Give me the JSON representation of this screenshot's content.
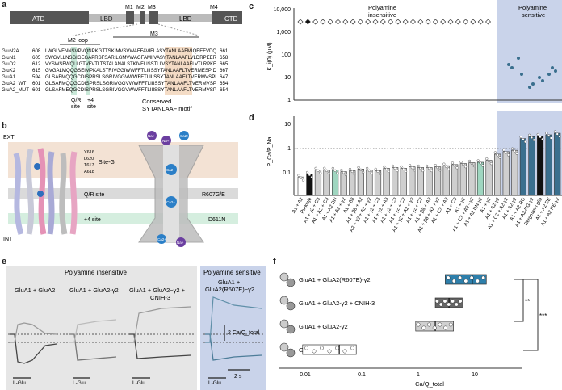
{
  "panel_labels": [
    "a",
    "b",
    "c",
    "d",
    "e",
    "f"
  ],
  "panel_a": {
    "domains": [
      "ATD",
      "LBD",
      "M1",
      "M2",
      "M3",
      "LBD",
      "M4",
      "CTD"
    ],
    "m2_loop": "M2 loop",
    "m3": "M3",
    "rows": [
      {
        "name": "GluN2A",
        "start": "608",
        "seq": "LWGLVFNNSVPVQNPKGTTSKIMVSVWAFFAVIFLASYTANLAAFMIQEEFVDQ",
        "end": "661"
      },
      {
        "name": "GluN1",
        "start": "605",
        "seq": "SWGVLLNSGIGEGAPRSFSARILGMVWAGFAMIIVASYTANLAAFLVLDRPEER",
        "end": "658"
      },
      {
        "name": "GluD2",
        "start": "612",
        "seq": "VYSWSFWQLLGTVFVTLTSTALANALSTKIVFLISSTLLVSYTANLAAFLVTLRPKE",
        "end": "665"
      },
      {
        "name": "GluK2",
        "start": "615",
        "seq": "GVGALMQQGSEIMPKALSTRIVGGIWWFFTLIIISSYTANLAAFLTVERMESPID",
        "end": "667"
      },
      {
        "name": "GluA1",
        "start": "594",
        "seq": "GLSAFMQQGCDISPRSLSGRIVGGVWWFFTLIIISSYTANLAAFLTVERMVSPI",
        "end": "647"
      },
      {
        "name": "GluA2_WT",
        "start": "601",
        "seq": "GLSAFMQQGCDISPRSLSGRIVGGVWWFFTLIIISSYTANLAAFLTVERMVSP",
        "end": "654"
      },
      {
        "name": "GluA2_MUT",
        "start": "601",
        "seq": "GLSAFMEQGCDISPRSLSGRIVGGVWWFFTLIIISSYTANLAAFLTVERMVSP",
        "end": "654"
      }
    ],
    "qr_label": "Q/R",
    "qr_site": "site",
    "plus4_label": "+4",
    "plus4_site": "site",
    "conserved_line1": "Conserved",
    "conserved_line2": "SYTANLAAF motif"
  },
  "panel_b": {
    "ext": "EXT",
    "int": "INT",
    "residues": [
      "Y616",
      "L620",
      "T617",
      "A618"
    ],
    "site_g": "Site-G",
    "qr_site": "Q/R site",
    "r607": "R607G/E",
    "plus4_site": "+4 site",
    "d611n": "D611N",
    "ions": [
      "Na+",
      "Na+",
      "Ca2+",
      "Ca2+",
      "Ca2+",
      "Ca2+",
      "Na+"
    ]
  },
  "panel_c": {
    "title_insensitive": "Polyamine\ninsensitive",
    "title_sensitive": "Polyamine\nsensitive",
    "ylabel": "K_i(0) (μM)",
    "yticks": [
      "10,000",
      "1,000",
      "100",
      "10",
      "1"
    ]
  },
  "chart_data": {
    "type": "bar",
    "title": "",
    "xlabel": "",
    "ylabel": "P_Ca/P_Na",
    "yscale": "log",
    "ylim": [
      0.01,
      10
    ],
    "yticks": [
      "0.1",
      "1",
      "10"
    ],
    "categories": [
      "A1 + A2",
      "Purkinje",
      "A1 + γ2 + C3",
      "A1 + A2 + C3",
      "A1 + A2 DN",
      "A1 + A2 + γ2",
      "A1 + β8",
      "A1 + β8 + A2",
      "A2 + γ2 + A3 + γ2",
      "A1 + γ2 + C3",
      "A1 + γ2 + A3",
      "A1 + γ2 + C3",
      "A1 + γ2 + C2",
      "A1 + γ2 + A2 + γ2",
      "A1 + γ2 + C2",
      "A1 + β8 + A2",
      "A1 + β8 + A2 + γ2",
      "A1 + C3 + A2",
      "A1 + C3",
      "A1 + γ2",
      "A1 + C3 + A2 - γ2",
      "A1 + A2 DN-γ2",
      "A1 + γ2",
      "A1 + A2-γ2",
      "A1 + C2 + A2-γ2",
      "A1 + A2-γ2",
      "A1 + A2 RG",
      "A1 + A2-RG-γ2",
      "Bergmann glia",
      "A1 + A2 RE",
      "A1 + A2 RE-γ2"
    ],
    "values": [
      0.06,
      0.08,
      0.12,
      0.12,
      0.12,
      0.1,
      0.11,
      0.13,
      0.12,
      0.11,
      0.14,
      0.15,
      0.14,
      0.16,
      0.15,
      0.15,
      0.16,
      0.18,
      0.2,
      0.22,
      0.24,
      0.25,
      0.3,
      0.55,
      0.7,
      0.8,
      2.5,
      3.0,
      3.2,
      3.6,
      4.2
    ],
    "bar_colors": [
      "#ffffff",
      "#111111",
      "#cfcfcf",
      "#cfcfcf",
      "#9fd6c0",
      "#cfcfcf",
      "#cfcfcf",
      "#cfcfcf",
      "#cfcfcf",
      "#cfcfcf",
      "#cfcfcf",
      "#cfcfcf",
      "#cfcfcf",
      "#cfcfcf",
      "#cfcfcf",
      "#cfcfcf",
      "#cfcfcf",
      "#cfcfcf",
      "#cfcfcf",
      "#cfcfcf",
      "#cfcfcf",
      "#9fd6c0",
      "#cfcfcf",
      "#cfcfcf",
      "#cfcfcf",
      "#cfcfcf",
      "#3a6f8e",
      "#3a6f8e",
      "#111111",
      "#3a6f8e",
      "#3a6f8e"
    ],
    "reference_line": 1
  },
  "panel_e": {
    "title_insensitive": "Polyamine insensitive",
    "title_sensitive": "Polyamine sensitive",
    "traces": [
      {
        "label": "GluA1 + GluA2",
        "drug": "L-Glu"
      },
      {
        "label": "GluA1 + GluA2-γ2",
        "drug": "L-Glu"
      },
      {
        "label": "GluA1 + GluA2-γ2 + CNIH-3",
        "drug": "L-Glu"
      },
      {
        "label": "GluA1 +\nGluA2(R607E)-γ2",
        "drug": "L-Glu"
      }
    ],
    "scale_y": "2 Ca/Q_total",
    "scale_x": "2 s"
  },
  "panel_f": {
    "rows": [
      {
        "label": "GluA1 + GluA2(R607E)-γ2",
        "box": [
          3,
          16
        ],
        "median": 9,
        "color": "#2e7fab"
      },
      {
        "label": "GluA1 + GluA2-γ2 + CNIH-3",
        "box": [
          2,
          6
        ],
        "median": 3.5,
        "color": "#666666"
      },
      {
        "label": "GluA1 + GluA2-γ2",
        "box": [
          0.9,
          4.2
        ],
        "median": 2,
        "color": "#d0d0d0"
      },
      {
        "label": "GluA1 + GluA2",
        "box": [
          0.009,
          0.08
        ],
        "median": 0.04,
        "color": "#ffffff"
      }
    ],
    "xticks": [
      "0.01",
      "0.1",
      "1",
      "10"
    ],
    "xlabel": "Ca/Q_total",
    "sig": [
      "**",
      "***"
    ]
  }
}
